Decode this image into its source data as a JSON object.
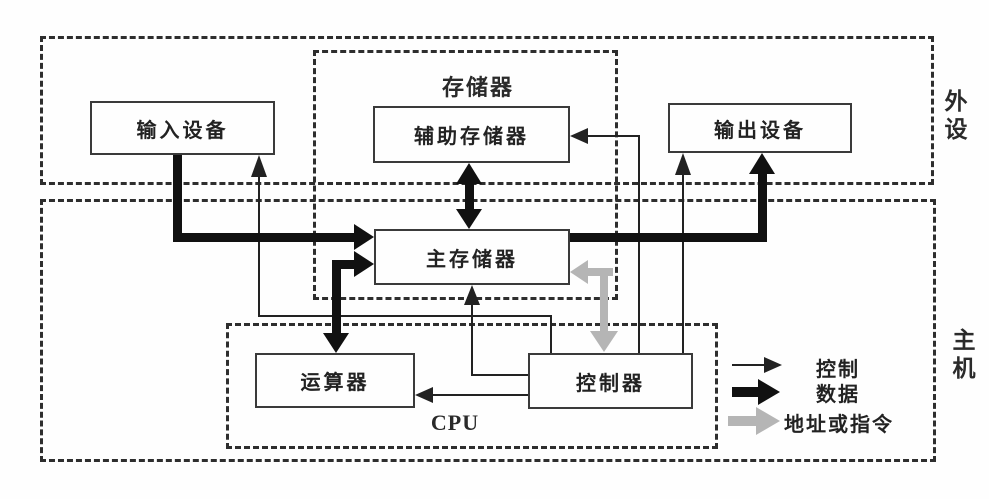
{
  "regions": {
    "peripheral_label": "外设",
    "host_label": "主机",
    "memory_label": "存储器",
    "cpu_label": "CPU"
  },
  "boxes": {
    "input_device": "输入设备",
    "aux_storage": "辅助存储器",
    "output_device": "输出设备",
    "main_storage": "主存储器",
    "alu": "运算器",
    "control_unit": "控制器"
  },
  "legend": {
    "control": "控制",
    "data": "数据",
    "address_or_instruction": "地址或指令"
  },
  "colors": {
    "line": "#222222",
    "data_arrow": "#111111",
    "address_arrow": "#b5b5b5",
    "background": "#fefefe"
  }
}
